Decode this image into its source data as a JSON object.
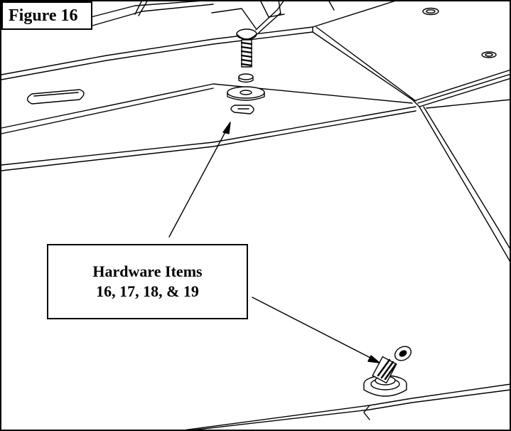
{
  "figure": {
    "label": "Figure 16"
  },
  "callout": {
    "line1": "Hardware Items",
    "line2": "16, 17, 18, & 19"
  },
  "colors": {
    "stroke": "#000000",
    "background": "#ffffff",
    "shade": "#d9d9d9"
  }
}
